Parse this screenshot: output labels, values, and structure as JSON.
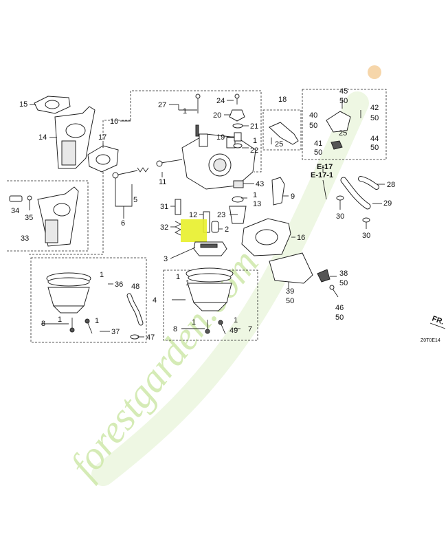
{
  "diagram": {
    "page_code": "Z0T0E14",
    "direction_label": "FR.",
    "ref_top": "E-17",
    "ref_bottom": "E-17-1",
    "highlight_color": "#e8ef2a",
    "watermark": {
      "text": "forestgarden.com",
      "color_primary": "#c8e6a0",
      "color_accent": "#f3c58a"
    },
    "callouts": [
      "15",
      "14",
      "17",
      "10",
      "27",
      "1",
      "24",
      "20",
      "21",
      "19",
      "1",
      "22",
      "18",
      "25",
      "45",
      "50",
      "42",
      "50",
      "40",
      "50",
      "25",
      "41",
      "50",
      "44",
      "50",
      "11",
      "5",
      "6",
      "43",
      "9",
      "31",
      "12",
      "1",
      "23",
      "13",
      "34",
      "35",
      "33",
      "32",
      "2",
      "16",
      "28",
      "30",
      "29",
      "30",
      "3",
      "1",
      "36",
      "48",
      "8",
      "1",
      "1",
      "37",
      "47",
      "1",
      "4",
      "1",
      "39",
      "50",
      "38",
      "50",
      "46",
      "50",
      "8",
      "1",
      "1",
      "49",
      "7"
    ]
  }
}
